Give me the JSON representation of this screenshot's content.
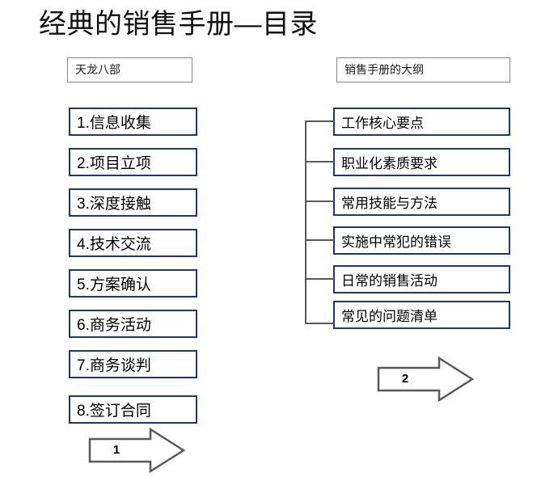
{
  "slide": {
    "title": "经典的销售手册—目录",
    "background_color": "#FFFFFF"
  },
  "colors": {
    "item_border": "#1F3864",
    "header_border": "#868686",
    "arrow_outline": "#595959",
    "text": "#000000"
  },
  "left_column": {
    "header": "天龙八部",
    "items": [
      {
        "label": "1.信息收集"
      },
      {
        "label": "2.项目立项"
      },
      {
        "label": "3.深度接触"
      },
      {
        "label": "4.技术交流"
      },
      {
        "label": "5.方案确认"
      },
      {
        "label": "6.商务活动"
      },
      {
        "label": "7.商务谈判"
      },
      {
        "label": "8.签订合同"
      }
    ],
    "arrow_label": "1"
  },
  "right_column": {
    "header": "销售手册的大纲",
    "items": [
      {
        "label": "工作核心要点"
      },
      {
        "label": "职业化素质要求"
      },
      {
        "label": "常用技能与方法"
      },
      {
        "label": "实施中常犯的错误"
      },
      {
        "label": "日常的销售活动"
      },
      {
        "label": "常见的问题清单"
      }
    ],
    "arrow_label": "2"
  }
}
